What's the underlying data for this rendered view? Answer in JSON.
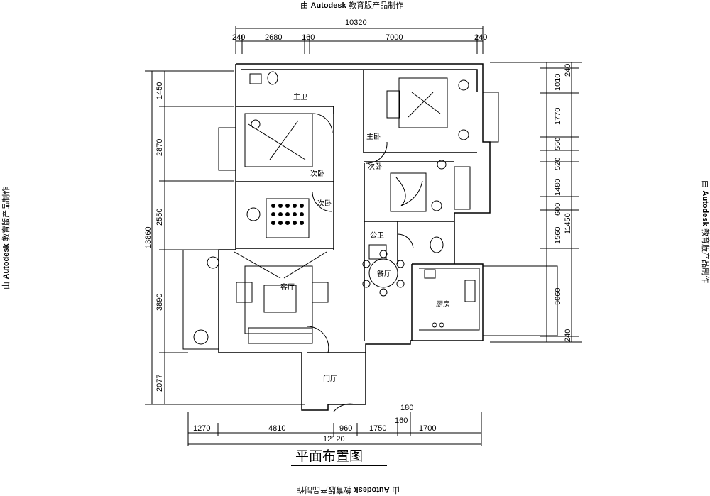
{
  "watermark": {
    "prefix": "由",
    "brand": "Autodesk",
    "suffix": "教育版产品制作"
  },
  "title": "平面布置图",
  "dimensions": {
    "top_total": "10320",
    "top": [
      "240",
      "2680",
      "160",
      "7000",
      "240"
    ],
    "bottom_total": "12120",
    "bottom": [
      "1270",
      "4810",
      "960",
      "1750",
      "160",
      "1700"
    ],
    "bottom_extra": "180",
    "left_total": "13860",
    "left": [
      "1450",
      "2870",
      "2550",
      "3890",
      "2077"
    ],
    "right_total": "11450",
    "right": [
      "240",
      "1010",
      "1770",
      "550",
      "520",
      "1480",
      "600",
      "1560",
      "3060",
      "240"
    ]
  },
  "rooms": {
    "master_bath": "主卫",
    "master_bedroom": "主卧",
    "second_bedroom_a": "次卧",
    "second_bedroom_b": "次卧",
    "second_bedroom_c": "次卧",
    "public_bath": "公卫",
    "dining": "餐厅",
    "kitchen": "厨房",
    "living": "客厅",
    "foyer": "门厅"
  }
}
